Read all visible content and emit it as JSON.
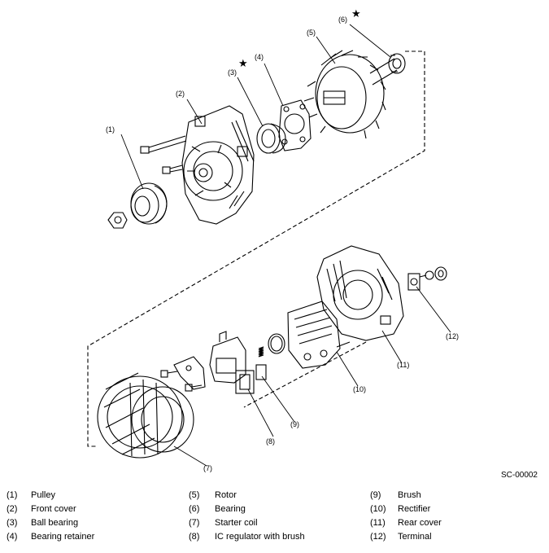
{
  "diagram_code": "SC-00002",
  "callouts": [
    "(1)",
    "(2)",
    "(3)",
    "(4)",
    "(5)",
    "(6)",
    "(7)",
    "(8)",
    "(9)",
    "(10)",
    "(11)",
    "(12)"
  ],
  "star_symbol": "★",
  "legend": [
    {
      "num": "(1)",
      "name": "Pulley"
    },
    {
      "num": "(2)",
      "name": "Front cover"
    },
    {
      "num": "(3)",
      "name": "Ball bearing"
    },
    {
      "num": "(4)",
      "name": "Bearing retainer"
    },
    {
      "num": "(5)",
      "name": "Rotor"
    },
    {
      "num": "(6)",
      "name": "Bearing"
    },
    {
      "num": "(7)",
      "name": "Starter coil"
    },
    {
      "num": "(8)",
      "name": "IC regulator with brush"
    },
    {
      "num": "(9)",
      "name": "Brush"
    },
    {
      "num": "(10)",
      "name": "Rectifier"
    },
    {
      "num": "(11)",
      "name": "Rear cover"
    },
    {
      "num": "(12)",
      "name": "Terminal"
    }
  ]
}
